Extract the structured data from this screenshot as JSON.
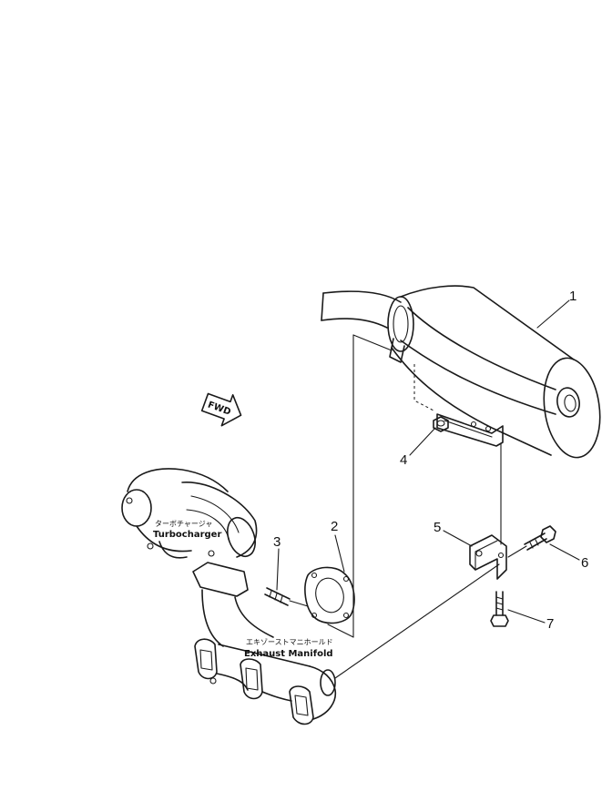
{
  "callouts": [
    "1",
    "2",
    "3",
    "4",
    "5",
    "6",
    "7"
  ],
  "labels": {
    "turbo_jp": "ターボチャージャ",
    "turbo_en": "Turbocharger",
    "manifold_jp": "エキゾーストマニホールド",
    "manifold_en": "Exhaust Manifold",
    "fwd": "FWD"
  }
}
